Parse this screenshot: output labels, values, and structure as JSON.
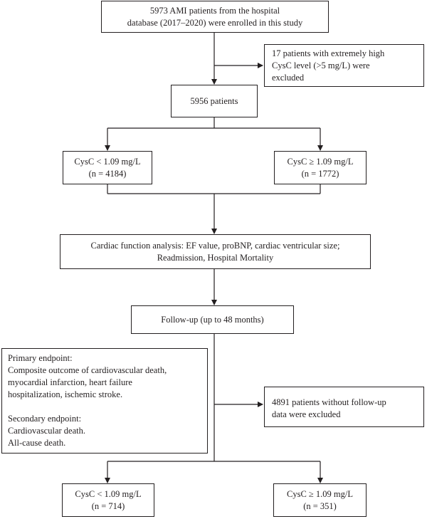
{
  "enrolled": {
    "lines": [
      "5973 AMI patients from the hospital",
      "database (2017–2020) were enrolled in this study"
    ]
  },
  "excluded_high_cysc": {
    "lines": [
      "17 patients with extremely high",
      "CysC level (>5 mg/L) were",
      "excluded"
    ]
  },
  "patients_total": {
    "text": "5956 patients"
  },
  "group_low_1": {
    "lines": [
      "CysC < 1.09 mg/L",
      "(n = 4184)"
    ]
  },
  "group_high_1": {
    "lines": [
      "CysC ≥ 1.09 mg/L",
      "(n = 1772)"
    ]
  },
  "cardiac_analysis": {
    "lines": [
      "Cardiac function analysis: EF value, proBNP, cardiac ventricular size;",
      "Readmission, Hospital Mortality"
    ]
  },
  "follow_up": {
    "text": "Follow-up (up to 48 months)"
  },
  "endpoints": {
    "primary_lines": [
      "Primary endpoint:",
      "Composite outcome of cardiovascular death,",
      "myocardial infarction, heart failure",
      "hospitalization, ischemic stroke."
    ],
    "secondary_lines": [
      "Secondary endpoint:",
      "Cardiovascular death.",
      "All-cause death."
    ]
  },
  "excluded_no_followup": {
    "lines": [
      "4891 patients without follow-up",
      "data were excluded"
    ]
  },
  "group_low_2": {
    "lines": [
      "CysC < 1.09 mg/L",
      "(n = 714)"
    ]
  },
  "group_high_2": {
    "lines": [
      "CysC ≥ 1.09 mg/L",
      "(n = 351)"
    ]
  },
  "colors": {
    "line": "#231f20",
    "background": "#ffffff"
  }
}
